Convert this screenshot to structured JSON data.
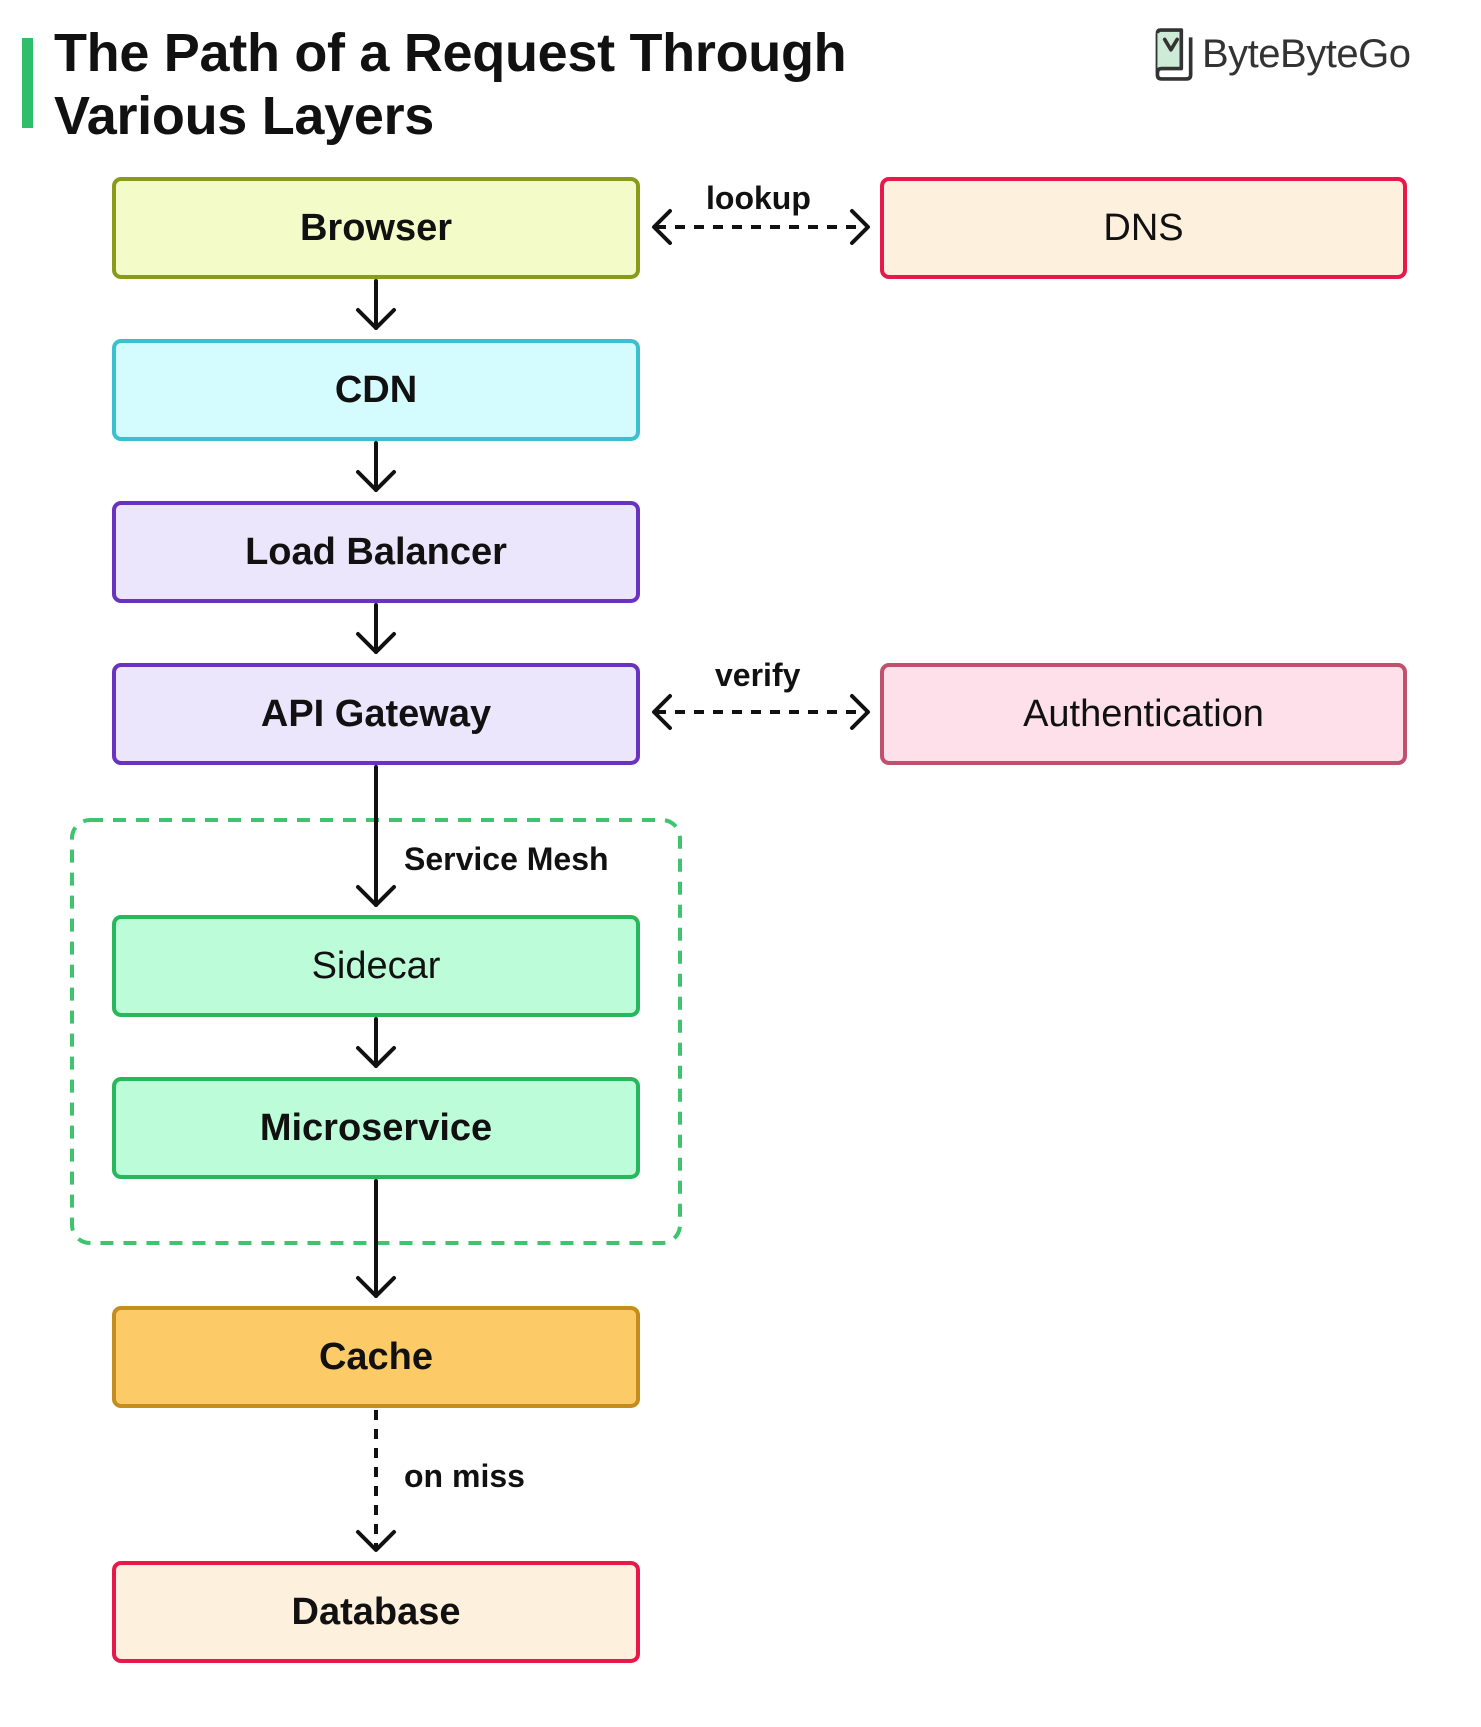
{
  "header": {
    "title_line1": "The Path of a Request Through",
    "title_line2": "Various Layers",
    "brand": "ByteByteGo"
  },
  "nodes": {
    "browser": "Browser",
    "dns": "DNS",
    "cdn": "CDN",
    "load_balancer": "Load Balancer",
    "api_gateway": "API Gateway",
    "authentication": "Authentication",
    "sidecar": "Sidecar",
    "microservice": "Microservice",
    "cache": "Cache",
    "database": "Database"
  },
  "labels": {
    "lookup": "lookup",
    "verify": "verify",
    "service_mesh": "Service Mesh",
    "on_miss": "on miss"
  },
  "colors": {
    "accent": "#2fbf6a",
    "browser_fill": "#f3fcc8",
    "browser_border": "#8a9a1a",
    "dns_fill": "#fdf0dc",
    "dns_border": "#e8194a",
    "cdn_fill": "#d4fbfd",
    "cdn_border": "#3cc0cf",
    "purple_fill": "#ece6fd",
    "purple_border": "#6a32c0",
    "auth_fill": "#fde0ea",
    "auth_border": "#c0506e",
    "green_fill": "#bcfcd8",
    "green_border": "#27b85c",
    "cache_fill": "#fdca68",
    "cache_border": "#c58d1d",
    "db_fill": "#fdf0dc",
    "db_border": "#e8194a",
    "mesh_border": "#3ec46e"
  }
}
